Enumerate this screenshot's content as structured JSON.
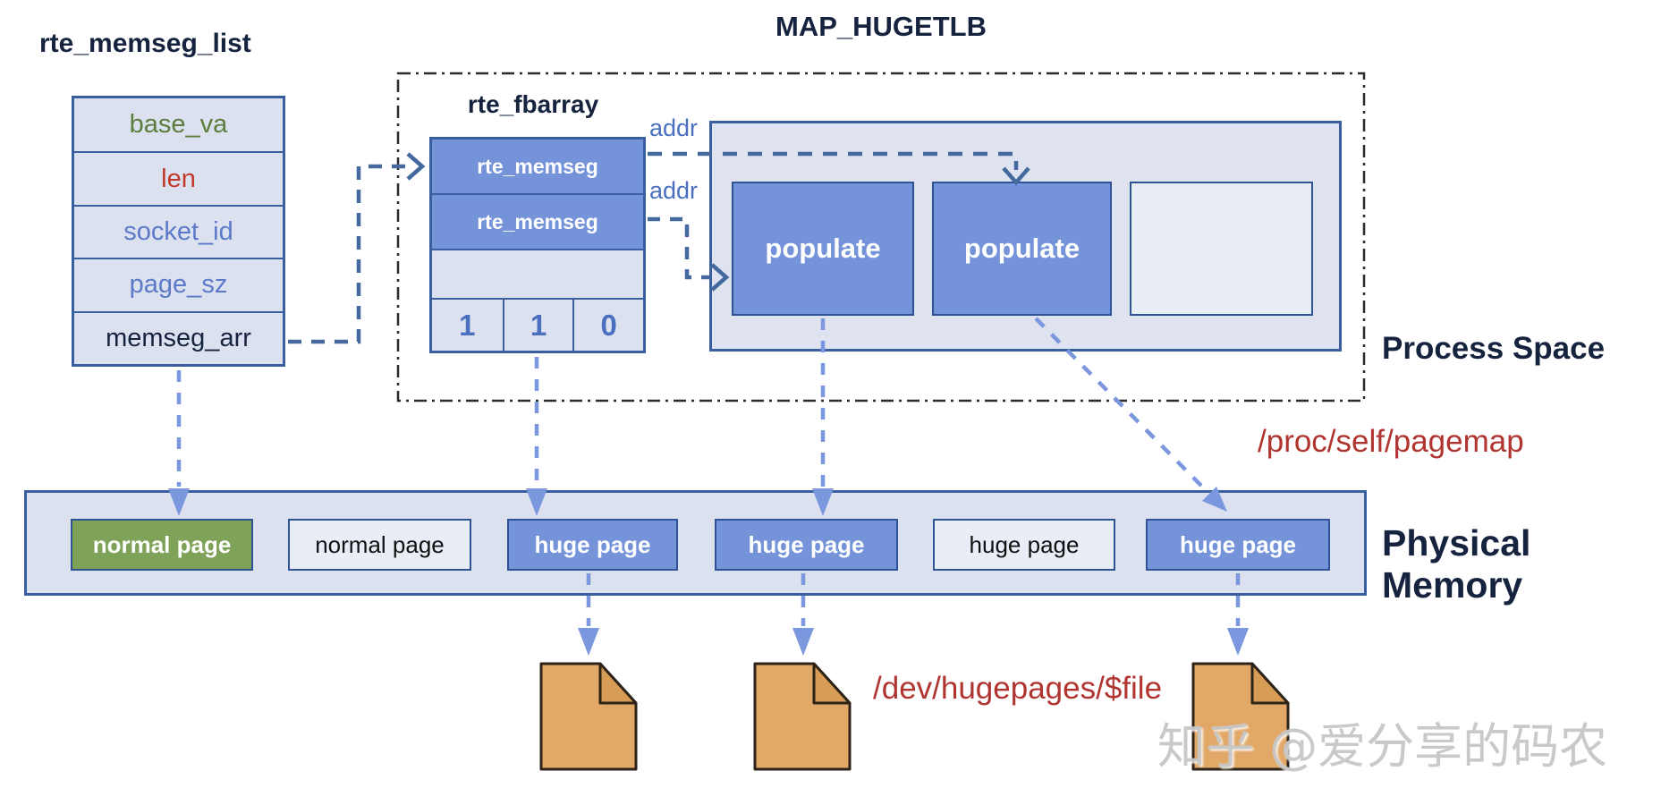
{
  "memseg_list": {
    "title": "rte_memseg_list",
    "rows": [
      {
        "label": "base_va",
        "color": "#5c7d3b"
      },
      {
        "label": "len",
        "color": "#c0392b"
      },
      {
        "label": "socket_id",
        "color": "#5b7ac8"
      },
      {
        "label": "page_sz",
        "color": "#5b7ac8"
      },
      {
        "label": "memseg_arr",
        "color": "#16233f"
      }
    ]
  },
  "map_hugetlb": {
    "title": "MAP_HUGETLB",
    "fbarray": {
      "title": "rte_fbarray",
      "segment_rows": [
        {
          "label": "rte_memseg"
        },
        {
          "label": "rte_memseg"
        }
      ],
      "flags": [
        "1",
        "1",
        "0"
      ]
    },
    "addr_labels": [
      "addr",
      "addr"
    ],
    "populate_boxes": [
      {
        "label": "populate"
      },
      {
        "label": "populate"
      }
    ]
  },
  "process_space_label": "Process Space",
  "pagemap_path": "/proc/self/pagemap",
  "physical_memory": {
    "label": "Physical Memory",
    "pages": [
      {
        "label": "normal page",
        "variant": "green"
      },
      {
        "label": "normal page",
        "variant": "light"
      },
      {
        "label": "huge page",
        "variant": "blue"
      },
      {
        "label": "huge page",
        "variant": "blue"
      },
      {
        "label": "huge page",
        "variant": "light"
      },
      {
        "label": "huge page",
        "variant": "blue"
      }
    ]
  },
  "hugepage_path": "/dev/hugepages/$file",
  "watermark": "知乎 @爱分享的码农",
  "colors": {
    "struct_fill": "#dce1ef",
    "struct_border": "#3a5f9e",
    "segment_fill": "#7593d8",
    "normal_page_green": "#7ea257",
    "arrow_dark_blue": "#44699f",
    "arrow_light_blue": "#7b97dd",
    "path_text_red": "#b03430",
    "file_icon_tan": "#e2a867"
  }
}
